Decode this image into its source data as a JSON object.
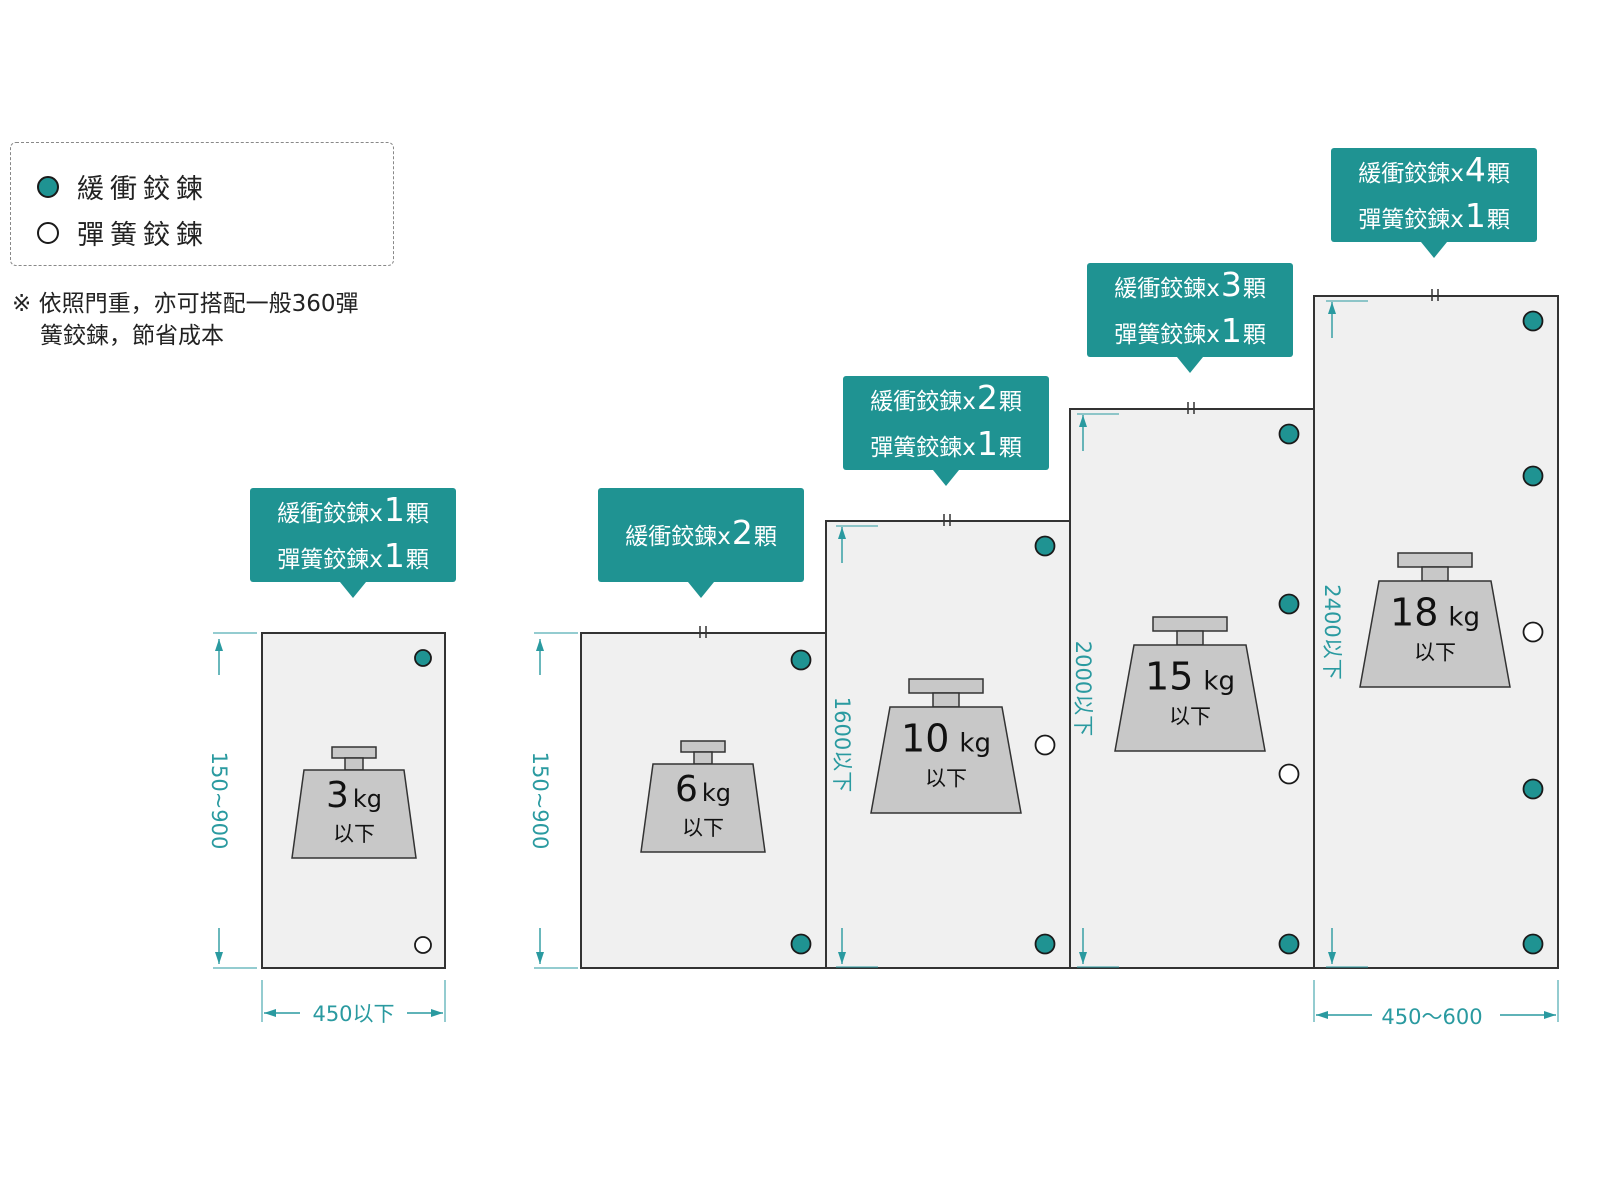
{
  "legend": {
    "buffer_hinge": "緩衝鉸鍊",
    "spring_hinge": "彈簧鉸鍊"
  },
  "note": {
    "line1": "※ 依照門重，亦可搭配一般360彈",
    "line2": "簧鉸鍊，節省成本"
  },
  "colors": {
    "teal": "#1f9392",
    "door_fill": "#f0f0f0",
    "weight_fill": "#c8c8c8",
    "dim_line": "#2a9aa0"
  },
  "doors": [
    {
      "tag_lines": [
        [
          "緩衝鉸鍊x",
          "1",
          "顆"
        ],
        [
          "彈簧鉸鍊x",
          "1",
          "顆"
        ]
      ],
      "weight_value": "3",
      "weight_unit": "kg",
      "weight_suffix": "以下",
      "height_label": "150~900",
      "width_label": "450以下",
      "hinges": [
        "buffer",
        "spring"
      ]
    },
    {
      "tag_lines": [
        [
          "緩衝鉸鍊x",
          "2",
          "顆"
        ]
      ],
      "weight_value": "6",
      "weight_unit": "kg",
      "weight_suffix": "以下",
      "height_label": "150~900",
      "hinges": [
        "buffer",
        "buffer"
      ]
    },
    {
      "tag_lines": [
        [
          "緩衝鉸鍊x",
          "2",
          "顆"
        ],
        [
          "彈簧鉸鍊x",
          "1",
          "顆"
        ]
      ],
      "weight_value": "10",
      "weight_unit": "kg",
      "weight_suffix": "以下",
      "height_label": "1600以下",
      "hinges": [
        "buffer",
        "spring",
        "buffer"
      ]
    },
    {
      "tag_lines": [
        [
          "緩衝鉸鍊x",
          "3",
          "顆"
        ],
        [
          "彈簧鉸鍊x",
          "1",
          "顆"
        ]
      ],
      "weight_value": "15",
      "weight_unit": "kg",
      "weight_suffix": "以下",
      "height_label": "2000以下",
      "hinges": [
        "buffer",
        "buffer",
        "spring",
        "buffer"
      ]
    },
    {
      "tag_lines": [
        [
          "緩衝鉸鍊x",
          "4",
          "顆"
        ],
        [
          "彈簧鉸鍊x",
          "1",
          "顆"
        ]
      ],
      "weight_value": "18",
      "weight_unit": "kg",
      "weight_suffix": "以下",
      "height_label": "2400以下",
      "hinges": [
        "buffer",
        "buffer",
        "spring",
        "buffer",
        "buffer"
      ]
    }
  ],
  "group_width_label": "450～600"
}
